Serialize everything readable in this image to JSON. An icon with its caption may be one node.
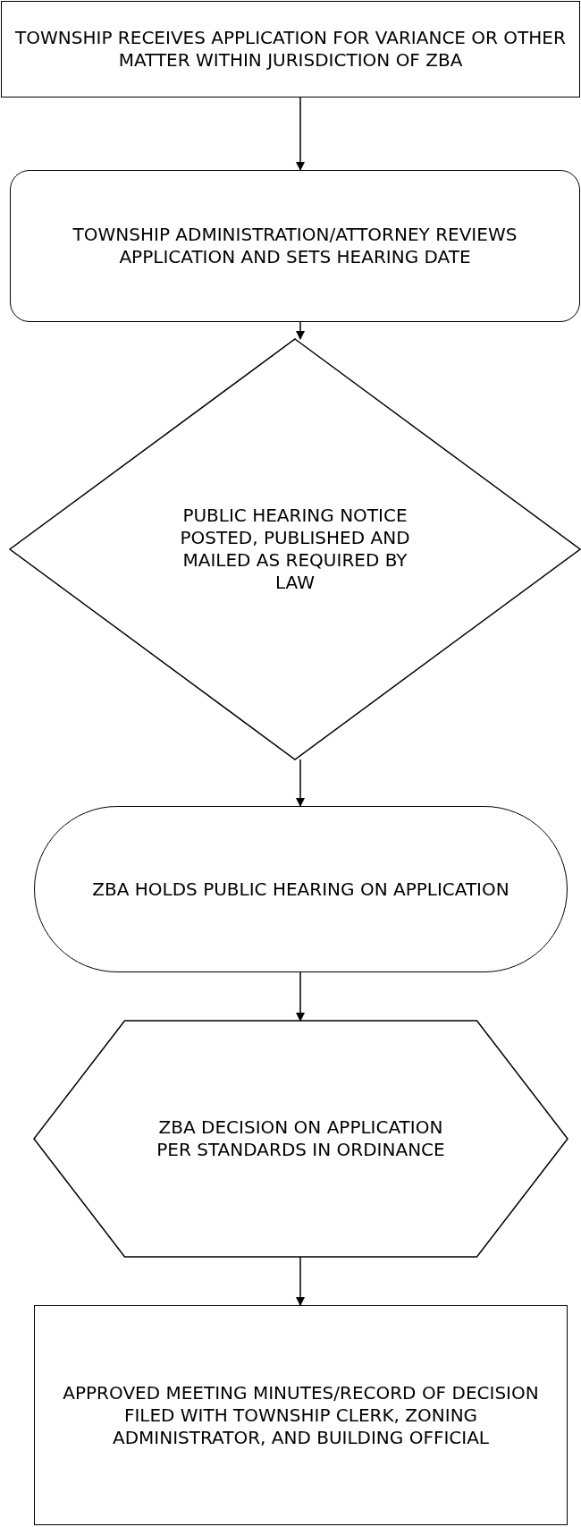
{
  "diagram": {
    "nodes": [
      {
        "text": [
          "TOWNSHIP RECEIVES APPLICATION FOR VARIANCE OR OTHER MATTER WITHIN JURISDICTION OF ZBA"
        ]
      },
      {
        "text": [
          "TOWNSHIP ADMINISTRATION/ATTORNEY REVIEWS APPLICATION AND SETS HEARING DATE"
        ]
      },
      {
        "text": [
          "PUBLIC HEARING NOTICE POSTED, PUBLISHED AND MAILED AS REQUIRED BY LAW"
        ]
      },
      {
        "text": [
          "ZBA HOLDS PUBLIC HEARING ON APPLICATION"
        ]
      },
      {
        "text": [
          "ZBA DECISION ON APPLICATION PER STANDARDS IN ORDINANCE"
        ]
      },
      {
        "text": [
          "APPROVED MEETING MINUTES/RECORD OF DECISION FILED WITH TOWNSHIP CLERK, ZONING ADMINISTRATOR, AND BUILDING OFFICIAL"
        ]
      }
    ],
    "edges": [
      {
        "from": 0,
        "to": 1,
        "arrow": "to"
      },
      {
        "from": 1,
        "to": 2,
        "arrow": "to"
      },
      {
        "from": 2,
        "to": 3,
        "arrow": "to"
      },
      {
        "from": 3,
        "to": 4,
        "arrow": "to"
      },
      {
        "from": 4,
        "to": 5,
        "arrow": "to"
      }
    ]
  }
}
